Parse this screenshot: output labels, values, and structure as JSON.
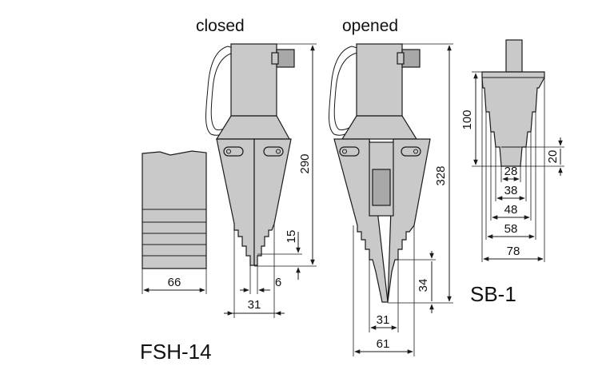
{
  "views": {
    "closed_label": "closed",
    "opened_label": "opened"
  },
  "models": {
    "left": "FSH-14",
    "right": "SB-1"
  },
  "dimensions": {
    "block_width": "66",
    "closed_height": "290",
    "closed_tip_height": "15",
    "closed_tip_width": "6",
    "closed_width": "31",
    "opened_height": "328",
    "opened_tip_height": "34",
    "opened_inner_width": "31",
    "opened_outer_width": "61",
    "sb_height": "100",
    "sb_step": "20",
    "sb_w1": "28",
    "sb_w2": "38",
    "sb_w3": "48",
    "sb_w4": "58",
    "sb_w5": "78"
  },
  "colors": {
    "part_fill": "#c9c9c9",
    "part_dark": "#a8a8a8",
    "line": "#1a1a1a"
  }
}
